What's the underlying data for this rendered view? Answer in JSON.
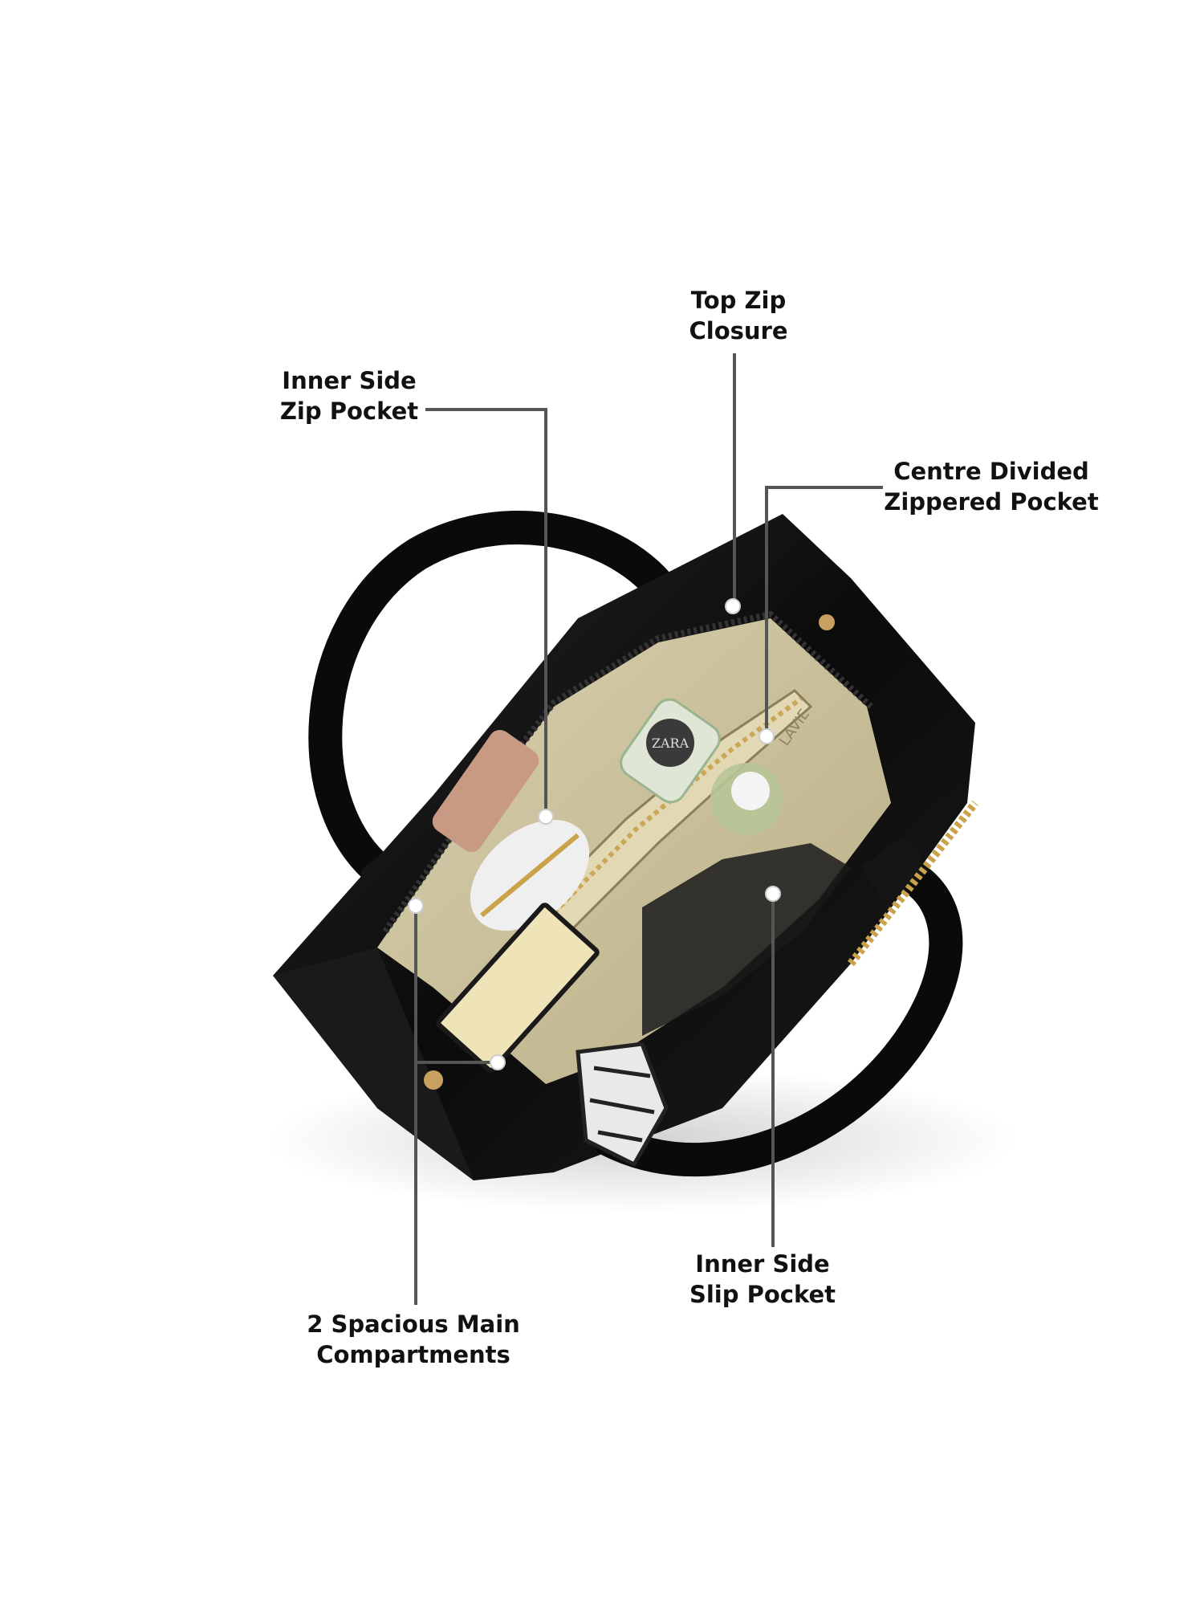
{
  "callouts": {
    "top_zip": {
      "line1": "Top Zip",
      "line2": "Closure"
    },
    "inner_zip": {
      "line1": "Inner Side",
      "line2": "Zip Pocket"
    },
    "centre_divided": {
      "line1": "Centre Divided",
      "line2": "Zippered Pocket"
    },
    "inner_slip": {
      "line1": "Inner Side",
      "line2": "Slip Pocket"
    },
    "main_compartments": {
      "line1": "2 Spacious Main",
      "line2": "Compartments"
    }
  },
  "product_marks": {
    "brand_inside": "LAVIE",
    "cap_logo": "ZARA"
  },
  "colors": {
    "bag": "#0d0d0d",
    "lining": "#cbc2a0",
    "leader": "#555555",
    "dot": "#ffffff",
    "text": "#111111"
  }
}
